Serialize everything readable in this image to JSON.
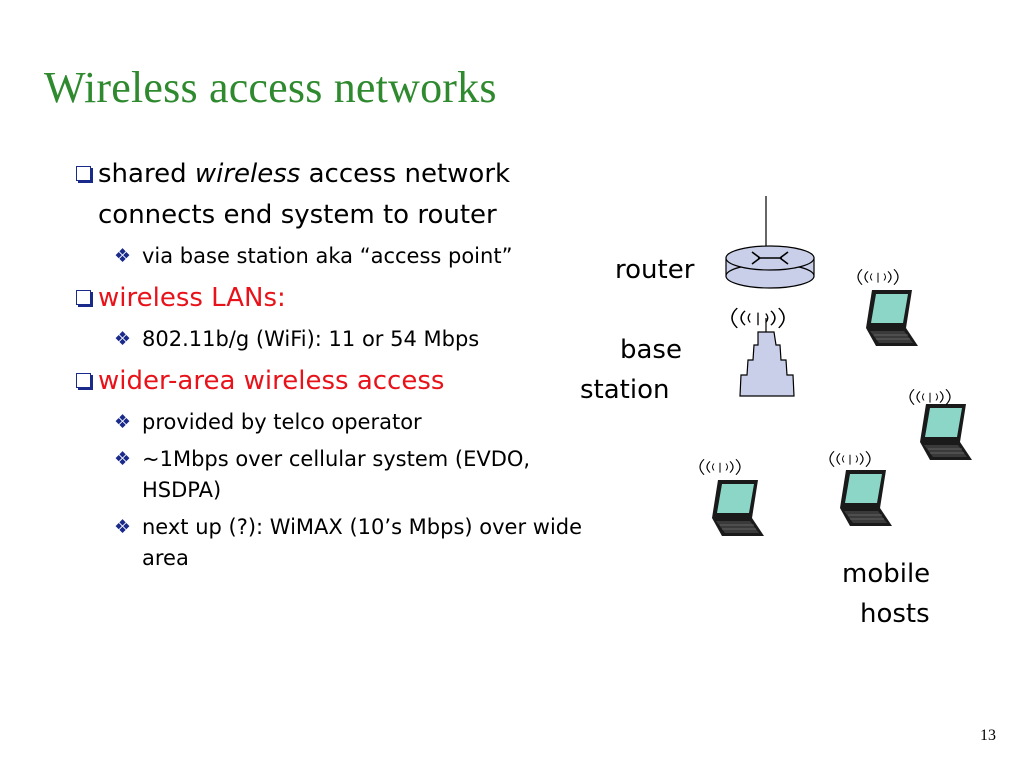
{
  "slide": {
    "title": "Wireless access networks",
    "page_number": "13",
    "bullets": [
      {
        "pre": "shared ",
        "em": "wireless",
        "post": " access network connects end system to router",
        "sub": [
          "via base station aka “access point”"
        ]
      },
      {
        "text": "wireless LANs:",
        "sub": [
          "802.11b/g (WiFi): 11 or 54  Mbps"
        ]
      },
      {
        "text": "wider-area wireless access",
        "sub": [
          "provided by telco operator",
          "~1Mbps over cellular system (EVDO, HSDPA)",
          "next up (?): WiMAX (10’s Mbps) over wide area"
        ]
      }
    ],
    "diagram_labels": {
      "router": "router",
      "base": "base",
      "station": "station",
      "mobile": "mobile",
      "hosts": "hosts"
    },
    "colors": {
      "title": "#2f8a2f",
      "highlight": "#e8131a",
      "bullet_marker": "#1a2a8a",
      "router_fill": "#c9cfe8",
      "tower_fill": "#c9cfe8",
      "screen_fill": "#8cd6c8"
    },
    "icons": [
      "checkbox-bullet-icon",
      "diamond-bullet-icon",
      "router-icon",
      "base-station-icon",
      "laptop-icon",
      "wireless-wave-icon"
    ]
  }
}
